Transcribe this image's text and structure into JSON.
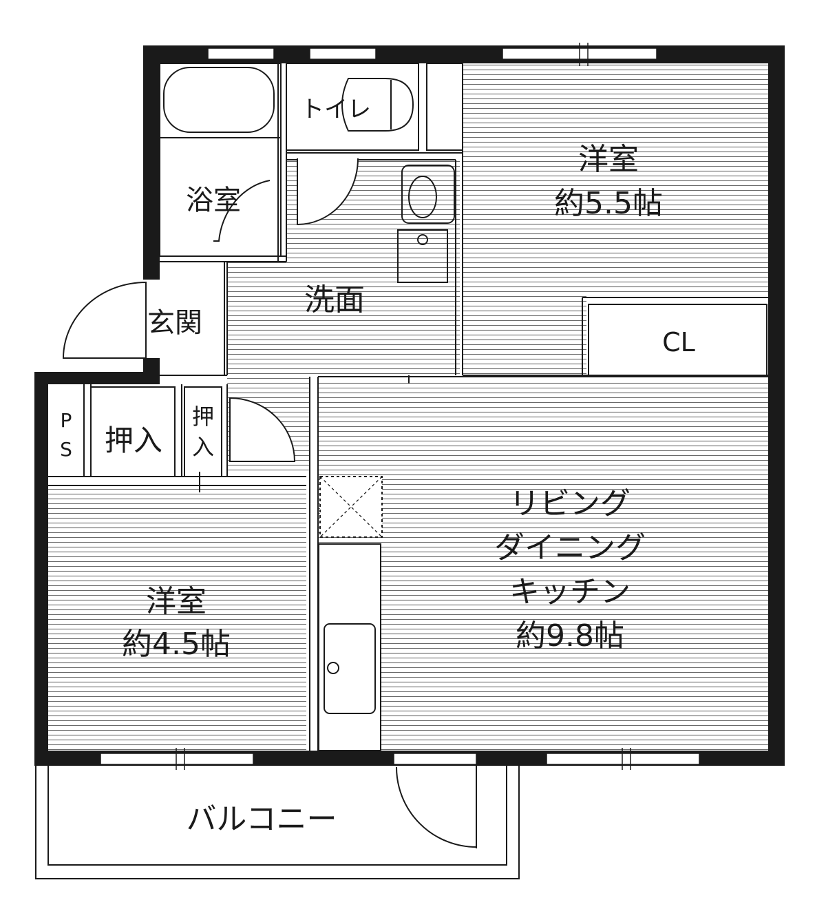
{
  "rooms": {
    "western_room_1": {
      "name": "洋室",
      "size": "約5.5帖"
    },
    "bathroom": {
      "name": "浴室"
    },
    "toilet": {
      "name": "トイレ"
    },
    "washroom": {
      "name": "洗面"
    },
    "entrance": {
      "name": "玄関"
    },
    "closet": {
      "name": "CL"
    },
    "pipe_space": {
      "line1": "P",
      "line2": "S"
    },
    "storage_1": {
      "name": "押入"
    },
    "storage_2": {
      "line1": "押",
      "line2": "入"
    },
    "western_room_2": {
      "name": "洋室",
      "size": "約4.5帖"
    },
    "ldk": {
      "line1": "リビング",
      "line2": "ダイニング",
      "line3": "キッチン",
      "size": "約9.8帖"
    },
    "balcony": {
      "name": "バルコニー"
    }
  },
  "colors": {
    "wall": "#1a1a1a",
    "floor_line": "#555555",
    "background": "#ffffff"
  },
  "icons": [
    "door-swing-icon",
    "window-icon",
    "bathtub-icon",
    "toilet-icon",
    "wash-basin-icon",
    "washing-machine-icon",
    "sink-icon",
    "fridge-space-icon"
  ]
}
